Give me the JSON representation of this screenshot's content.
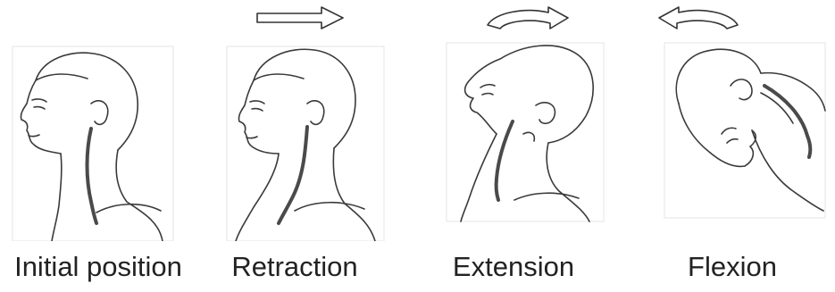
{
  "figure": {
    "panels": [
      {
        "id": "initial",
        "caption": "Initial position",
        "arrow": "none"
      },
      {
        "id": "retraction",
        "caption": "Retraction",
        "arrow": "straight-right-arrow"
      },
      {
        "id": "extension",
        "caption": "Extension",
        "arrow": "curved-right-arrow"
      },
      {
        "id": "flexion",
        "caption": "Flexion",
        "arrow": "curved-left-arrow"
      }
    ]
  }
}
